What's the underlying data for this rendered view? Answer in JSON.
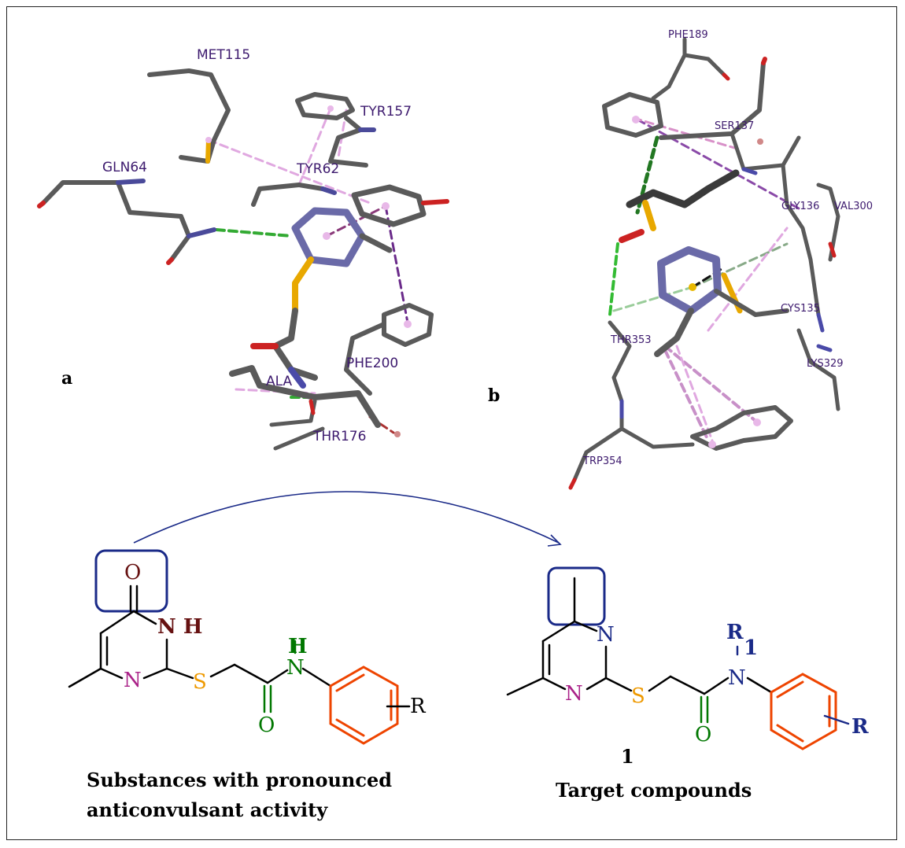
{
  "panels": {
    "a": "a",
    "b": "b"
  },
  "panel_a_residues": [
    "MET115",
    "TYR157",
    "GLN64",
    "TYR62",
    "PHE200",
    "ALA",
    "THR176"
  ],
  "panel_b_residues": [
    "PHE189",
    "SER137",
    "GLY136",
    "VAL300",
    "CYS135",
    "THR353",
    "LYS329",
    "TRP354"
  ],
  "left_structure": {
    "O_top": "O",
    "NH": "N H",
    "N_ring": "N",
    "S": "S",
    "H_amide": "H",
    "N_amide": "N",
    "O_amide": "O",
    "R": "R"
  },
  "right_structure": {
    "N_top": "N",
    "R1": "R",
    "R1_sub": "1",
    "N_ring": "N",
    "S": "S",
    "N_amide": "N",
    "O_amide": "O",
    "R": "R"
  },
  "captions": {
    "left_line1": "Substances with pronounced",
    "left_line2": "anticonvulsant activity",
    "compound_number": "1",
    "right": "Target compounds"
  },
  "colors": {
    "ring_orange": "#ee4400",
    "ring_N": "#aa2288",
    "sulfur": "#ee9900",
    "amide_green": "#007700",
    "red_O": "#661111",
    "blue_N": "#1a2a88",
    "frame_blue": "#1a2a88",
    "stick_grey": "#5a5a5a",
    "hbond_green": "#2aa22a",
    "pi_purple": "#7a3a9a",
    "pi_pink": "#e2a0e2"
  }
}
